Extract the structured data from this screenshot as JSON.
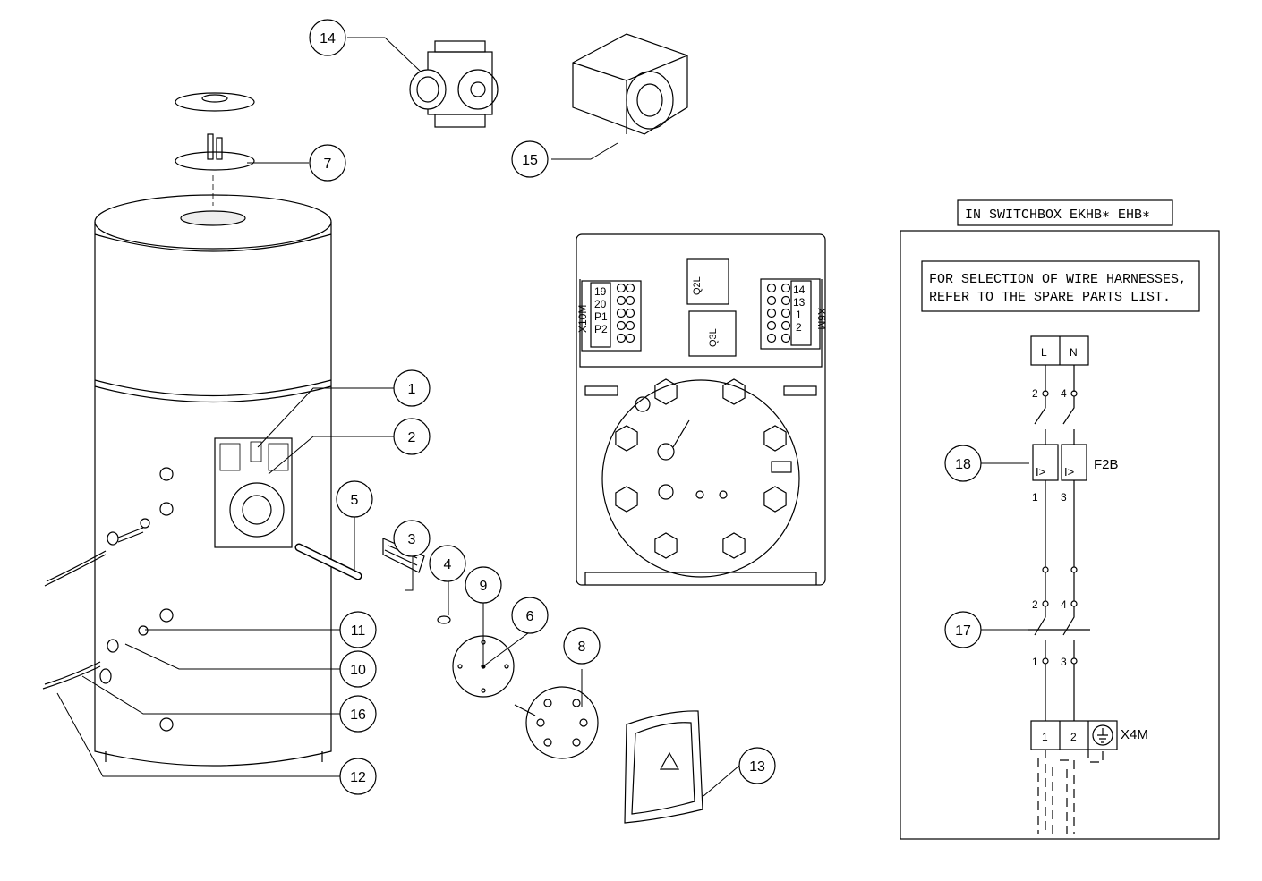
{
  "switchbox": {
    "title": "IN SWITCHBOX EKHB∗  EHB∗",
    "note_line1": "FOR SELECTION OF WIRE HARNESSES,",
    "note_line2": "REFER TO THE SPARE PARTS LIST.",
    "terminal_L": "L",
    "terminal_N": "N",
    "breaker_label": "F2B",
    "breaker_symbol": "I>",
    "term_x4m_1": "1",
    "term_x4m_2": "2",
    "x4m_label": "X4M",
    "wire_2": "2",
    "wire_4": "4",
    "wire_1": "1",
    "wire_3": "3"
  },
  "terminal_blocks": {
    "x10m_label": "X10M",
    "x10m": [
      "19",
      "20",
      "P1",
      "P2"
    ],
    "x6m_label": "X6M",
    "x6m": [
      "14",
      "13",
      "1",
      "2"
    ],
    "relay_q2l": "Q2L",
    "relay_q3l": "Q3L"
  },
  "callouts": [
    {
      "num": "1"
    },
    {
      "num": "2"
    },
    {
      "num": "3"
    },
    {
      "num": "4"
    },
    {
      "num": "5"
    },
    {
      "num": "6"
    },
    {
      "num": "7"
    },
    {
      "num": "8"
    },
    {
      "num": "9"
    },
    {
      "num": "10"
    },
    {
      "num": "11"
    },
    {
      "num": "12"
    },
    {
      "num": "13"
    },
    {
      "num": "14"
    },
    {
      "num": "15"
    },
    {
      "num": "16"
    },
    {
      "num": "17"
    },
    {
      "num": "18"
    }
  ]
}
